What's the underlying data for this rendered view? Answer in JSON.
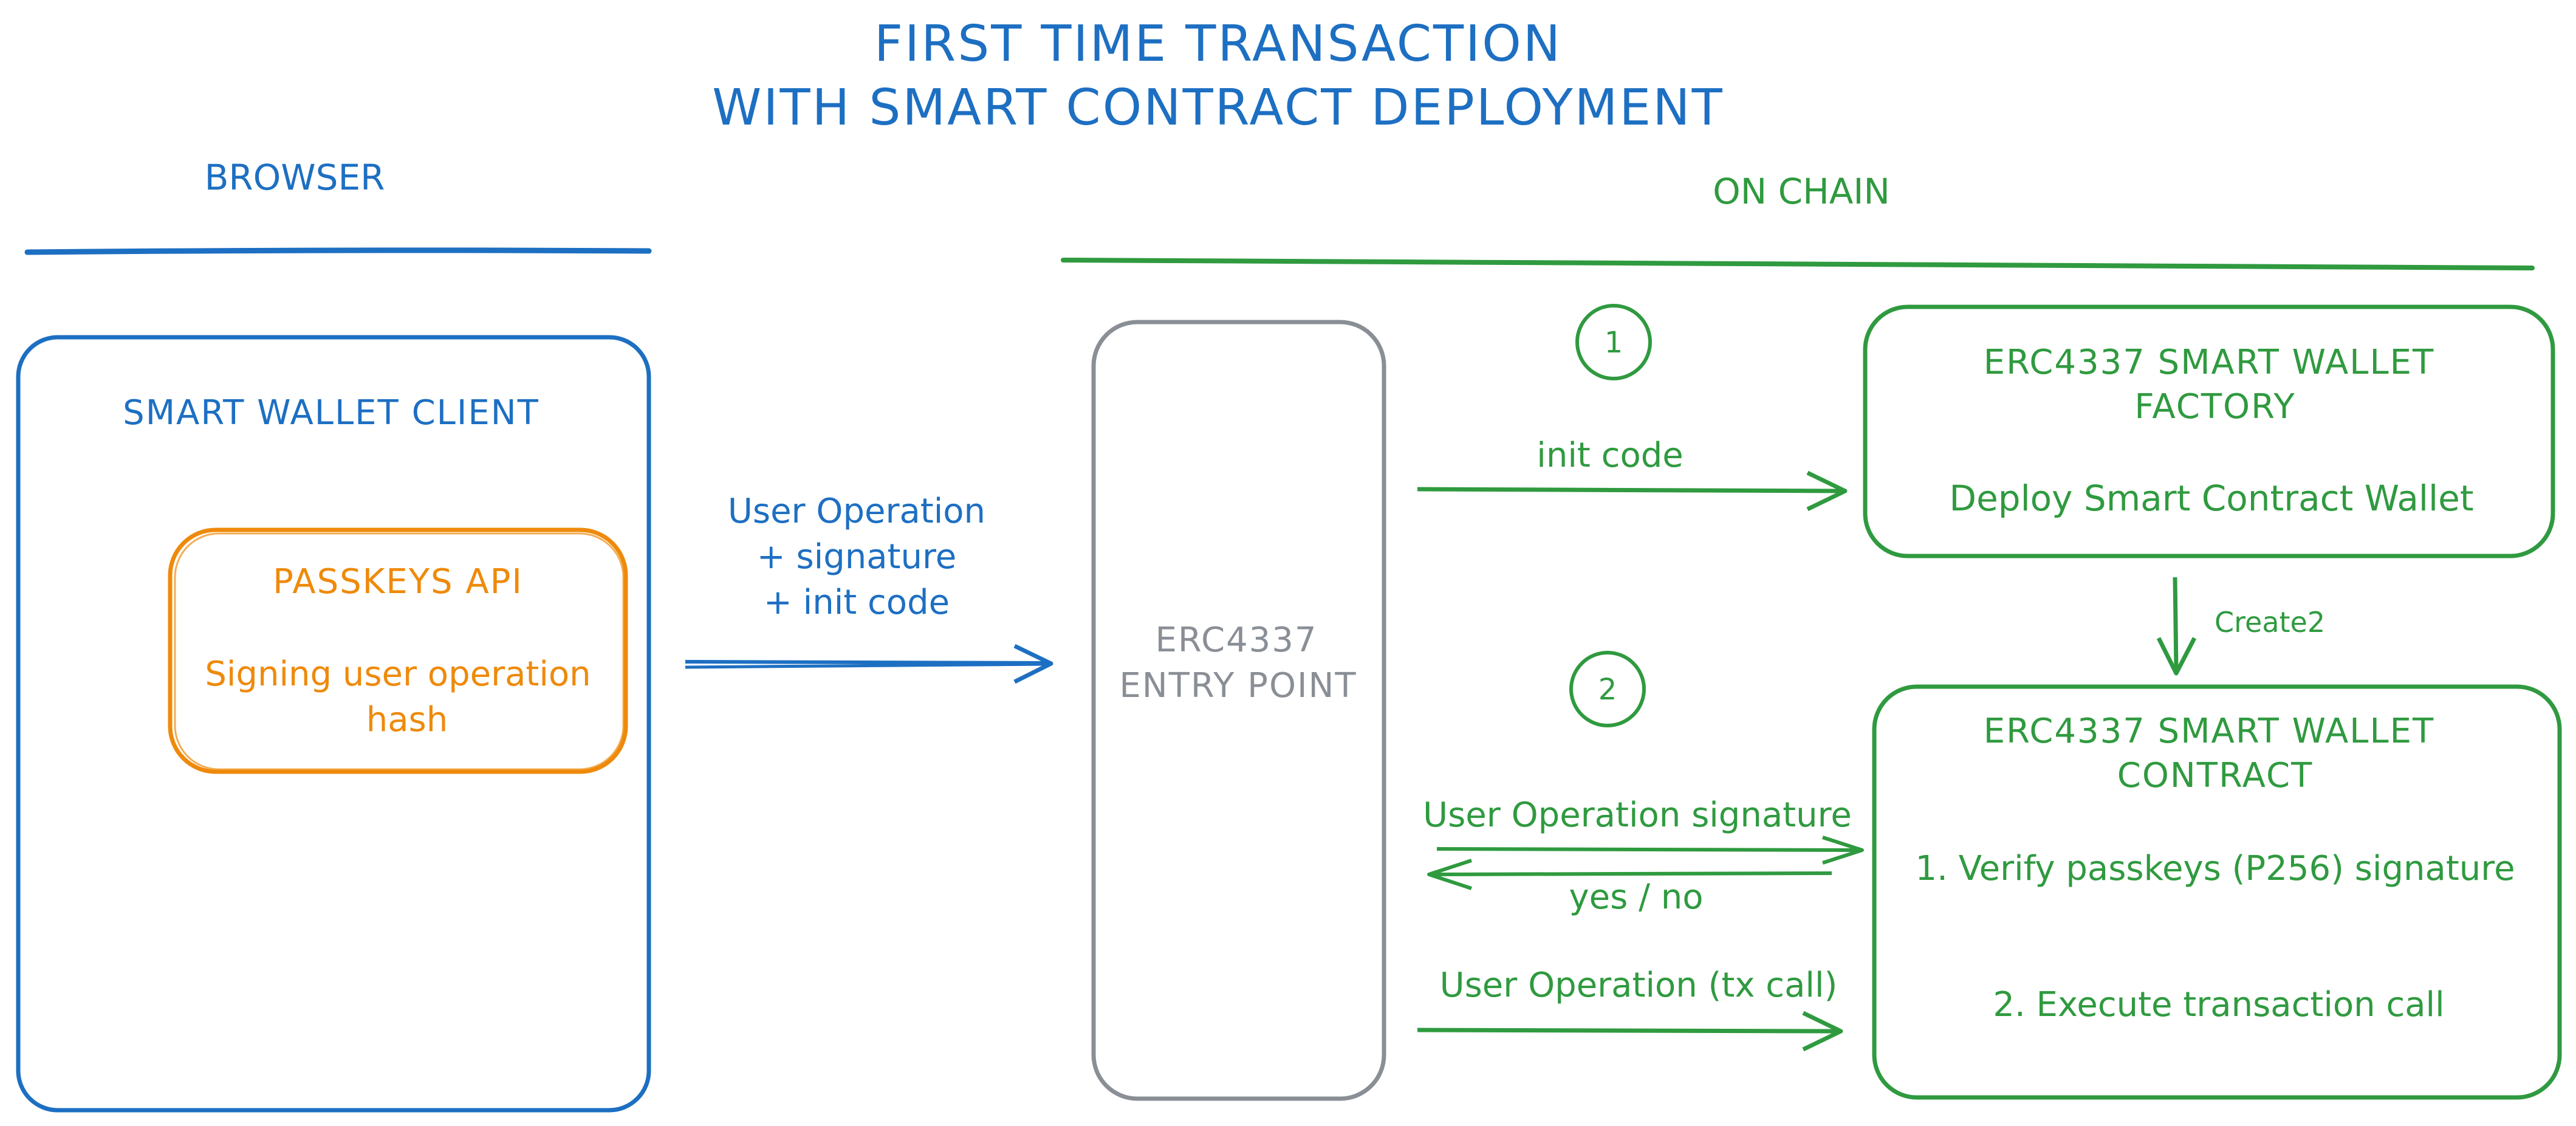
{
  "title": {
    "line1": "FIRST TIME TRANSACTION",
    "line2": "WITH SMART CONTRACT DEPLOYMENT"
  },
  "browser_section": {
    "label": "BROWSER",
    "client": {
      "title": "SMART WALLET CLIENT",
      "passkeys": {
        "title": "PASSKEYS API",
        "desc_line1": "Signing user operation",
        "desc_line2": "hash"
      }
    }
  },
  "request_arrow": {
    "line1": "User Operation",
    "line2": "+ signature",
    "line3": "+ init code"
  },
  "entry_point": {
    "line1": "ERC4337",
    "line2": "ENTRY POINT"
  },
  "onchain_section": {
    "label": "ON CHAIN",
    "step1_badge": "1",
    "step2_badge": "2",
    "init_code_label": "init code",
    "create2_label": "Create2",
    "verify_label": "User Operation signature",
    "verify_reply_label": "yes / no",
    "tx_call_label": "User Operation (tx call)",
    "factory": {
      "title_line1": "ERC4337 SMART WALLET",
      "title_line2": "FACTORY",
      "desc": "Deploy Smart Contract Wallet"
    },
    "contract": {
      "title_line1": "ERC4337 SMART WALLET",
      "title_line2": "CONTRACT",
      "step1": "1. Verify passkeys (P256) signature",
      "step2": "2. Execute transaction call"
    }
  },
  "colors": {
    "blue": "#1d6fc2",
    "green": "#2f9a3f",
    "orange": "#ee8a0b",
    "gray": "#8a8f96"
  }
}
